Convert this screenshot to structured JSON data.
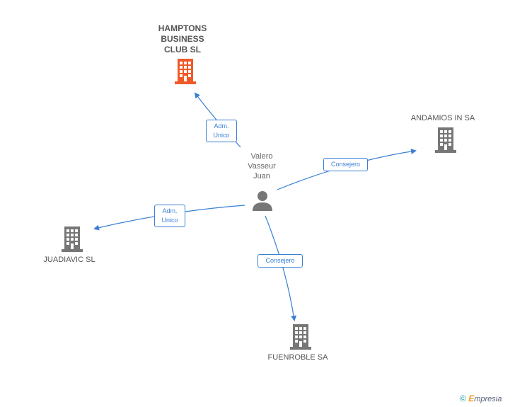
{
  "nodes": {
    "main_company": {
      "name_lines": [
        "HAMPTONS",
        "BUSINESS",
        "CLUB SL"
      ],
      "color": "#f05a28"
    },
    "person": {
      "name_lines": [
        "Valero",
        "Vasseur",
        "Juan"
      ],
      "color": "#777777"
    },
    "andamios": {
      "name": "ANDAMIOS IN SA",
      "color": "#777777"
    },
    "juadiavic": {
      "name": "JUADIAVIC SL",
      "color": "#777777"
    },
    "fuenroble": {
      "name": "FUENROBLE SA",
      "color": "#777777"
    }
  },
  "edges": {
    "to_hamptons": {
      "label_lines": [
        "Adm.",
        "Unico"
      ]
    },
    "to_andamios": {
      "label_lines": [
        "Consejero"
      ]
    },
    "to_juadiavic": {
      "label_lines": [
        "Adm.",
        "Unico"
      ]
    },
    "to_fuenroble": {
      "label_lines": [
        "Consejero"
      ]
    }
  },
  "edge_color": "#3a7fd5",
  "footer": {
    "copyright_symbol": "©",
    "brand_initial": "E",
    "brand_rest": "mpresia"
  }
}
